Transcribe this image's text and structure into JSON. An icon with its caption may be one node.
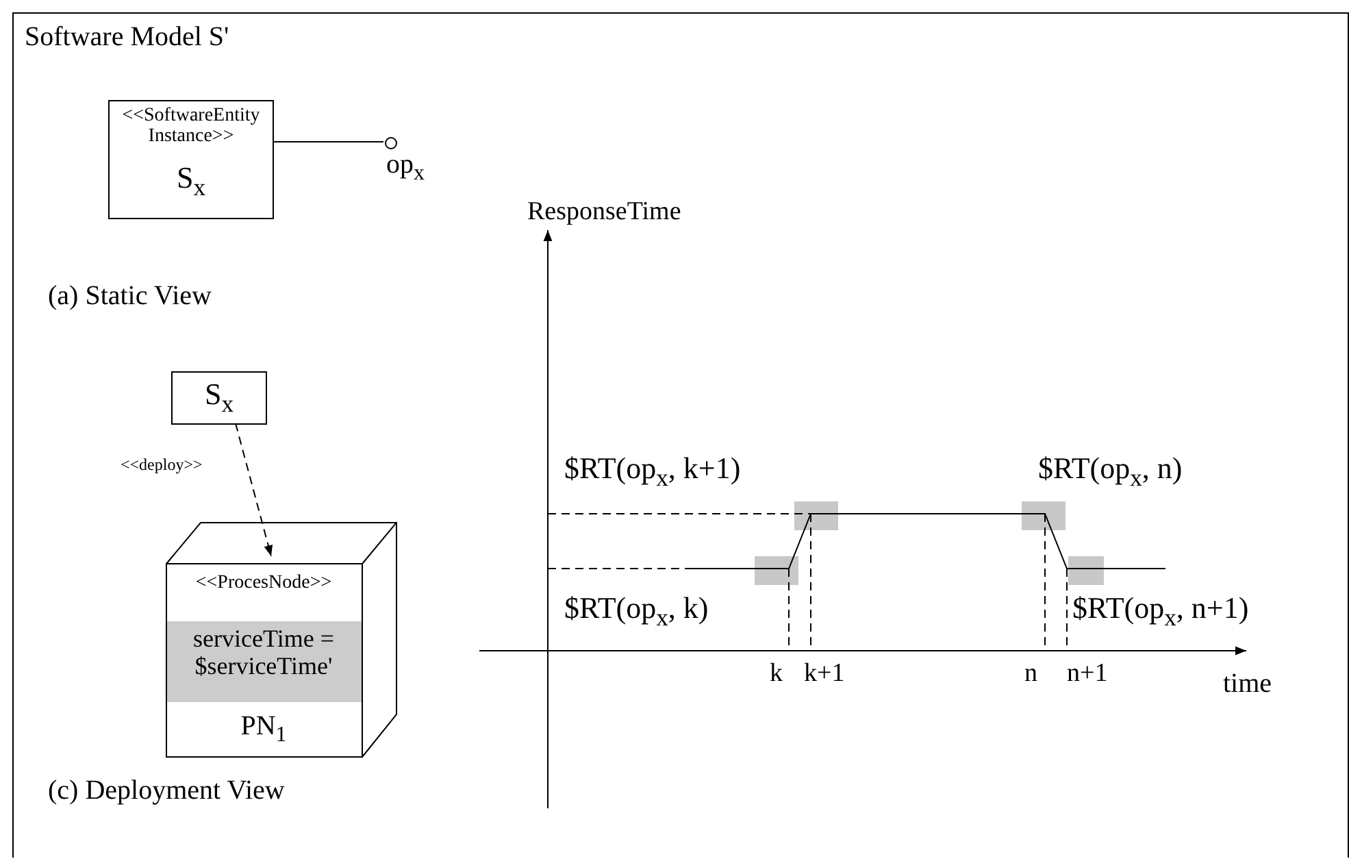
{
  "diagram": {
    "nodes": [
      {
        "text": [
          "Software Model S'"
        ]
      },
      {
        "text": [
          "<<SoftwareEntity Instance>>",
          "S$_{x}$"
        ],
        "in": 0
      },
      {
        "text": [],
        "shape": "circle",
        "in": 0,
        "beside": [
          "op$_{x}$"
        ]
      },
      {
        "text": [
          "S$_{x}$"
        ],
        "in": 0
      },
      {
        "text": [
          "<<ProcesNode>>",
          "serviceTime = $serviceTime'",
          "PN$_{1}$"
        ],
        "in": 0
      }
    ],
    "edges": [
      {
        "from": 1,
        "to": 2,
        "arrow": "none"
      },
      {
        "from": 3,
        "to": 4,
        "arrow": "to",
        "label": "<<deploy>>",
        "style": "dashed"
      }
    ],
    "labels": [
      "(a) Static View",
      "ResponseTime",
      "$RT(op$_{x}$, k+1)",
      "$RT(op$_{x}$, n)",
      "$RT(op$_{x}$, k)",
      "$RT(op$_{x}$, n+1)",
      "k",
      "k+1",
      "n",
      "n+1",
      "time",
      "(c) Deployment View"
    ]
  }
}
